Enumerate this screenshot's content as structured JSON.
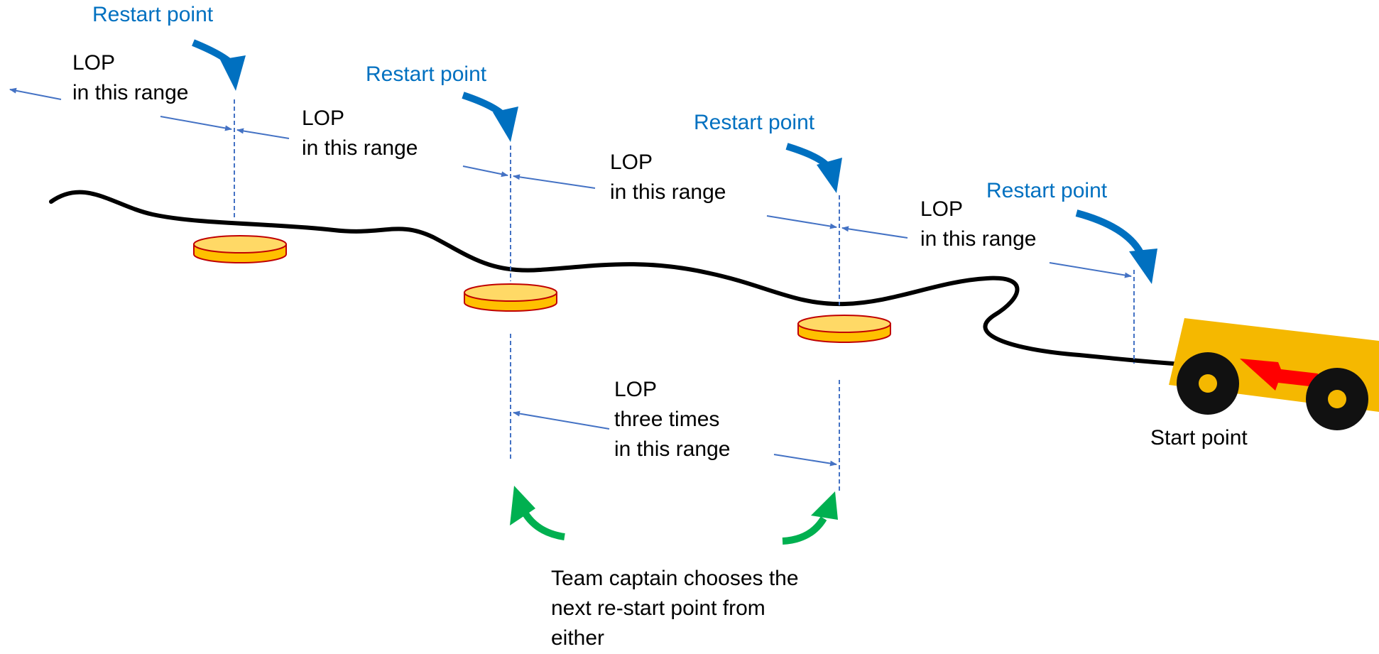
{
  "restart_label": "Restart point",
  "lop_label": "LOP",
  "range_label": "in this range",
  "three_times_label": "three times",
  "start_label": "Start point",
  "captain_note": [
    "Team captain chooses the",
    "next re-start point from",
    "either"
  ],
  "colors": {
    "track": "#000000",
    "measure_line": "#4472C4",
    "restart_arrow": "#0070C0",
    "choice_arrow": "#00B050",
    "obstacle_fill": "#FFC000",
    "obstacle_top": "#FFD966",
    "obstacle_edge": "#C00000",
    "robot_body": "#F5B800",
    "robot_arrow": "#FF0000"
  }
}
